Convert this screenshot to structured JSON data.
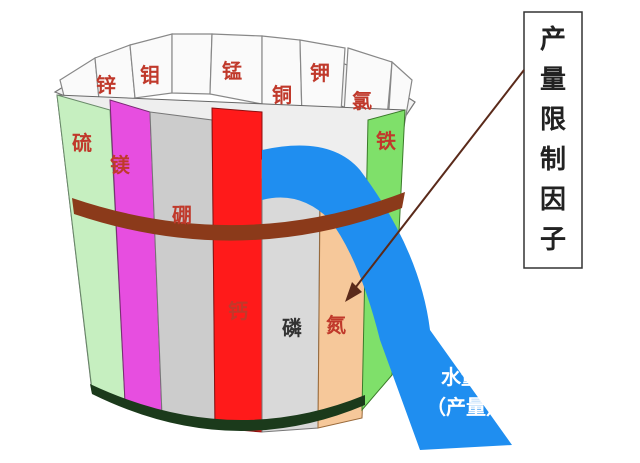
{
  "staves": {
    "zinc": "锌",
    "molybdenum": "钼",
    "manganese": "锰",
    "copper": "铜",
    "potassium": "钾",
    "chlorine": "氯",
    "sulfur": "硫",
    "magnesium": "镁",
    "boron": "硼",
    "calcium": "钙",
    "phosphorus": "磷",
    "nitrogen": "氮",
    "iron": "铁"
  },
  "side_label": [
    "产",
    "量",
    "限",
    "制",
    "因",
    "子"
  ],
  "water_label": [
    "水量",
    "（产量）"
  ],
  "colors": {
    "sulfur": "#c6efc0",
    "magnesium": "#e74ee0",
    "boron": "#cccccc",
    "calcium": "#ff1a1a",
    "phosphorus": "#d9d9d9",
    "nitrogen": "#f6c89a",
    "iron": "#7fe06a",
    "inner": "#f6f6f6",
    "band": "#8b3a1a",
    "water": "#1f8ef0",
    "base": "#1b3a1b"
  }
}
